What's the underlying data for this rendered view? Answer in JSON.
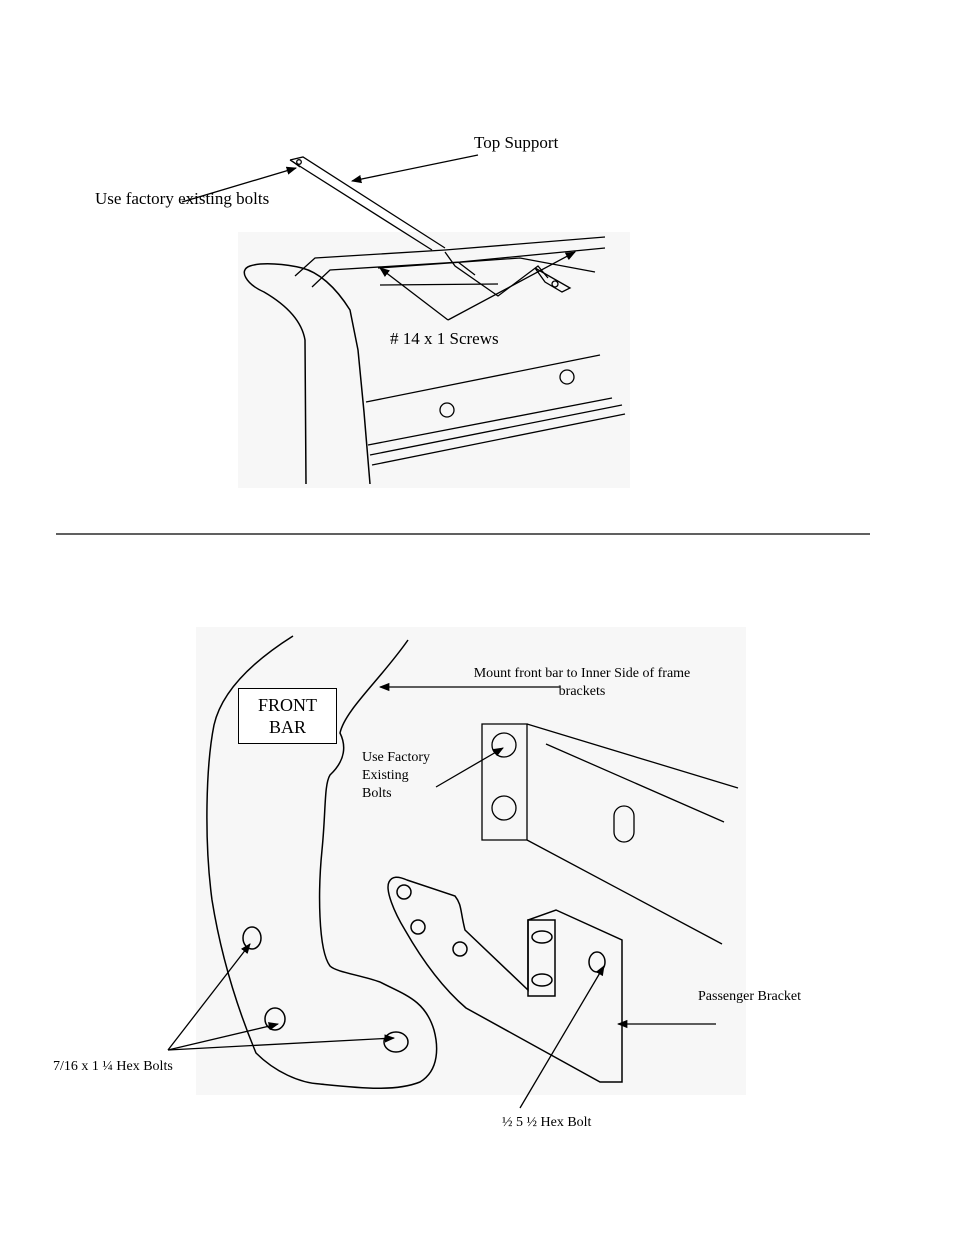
{
  "figure1": {
    "top_support_label": "Top Support",
    "factory_bolts_label": "Use factory existing bolts",
    "screws_label": "# 14 x 1 Screws"
  },
  "figure2": {
    "front_bar_line1": "FRONT",
    "front_bar_line2": "BAR",
    "mount_line1": "Mount front bar to Inner Side of frame",
    "mount_line2": "brackets",
    "use_factory_line1": "Use Factory",
    "use_factory_line2": "Existing",
    "use_factory_line3": "Bolts",
    "passenger_bracket_label": "Passenger Bracket",
    "hex_bolts_label": "7/16 x 1 ¼ Hex Bolts",
    "hex_bolt_label": "½ 5 ½ Hex Bolt"
  }
}
